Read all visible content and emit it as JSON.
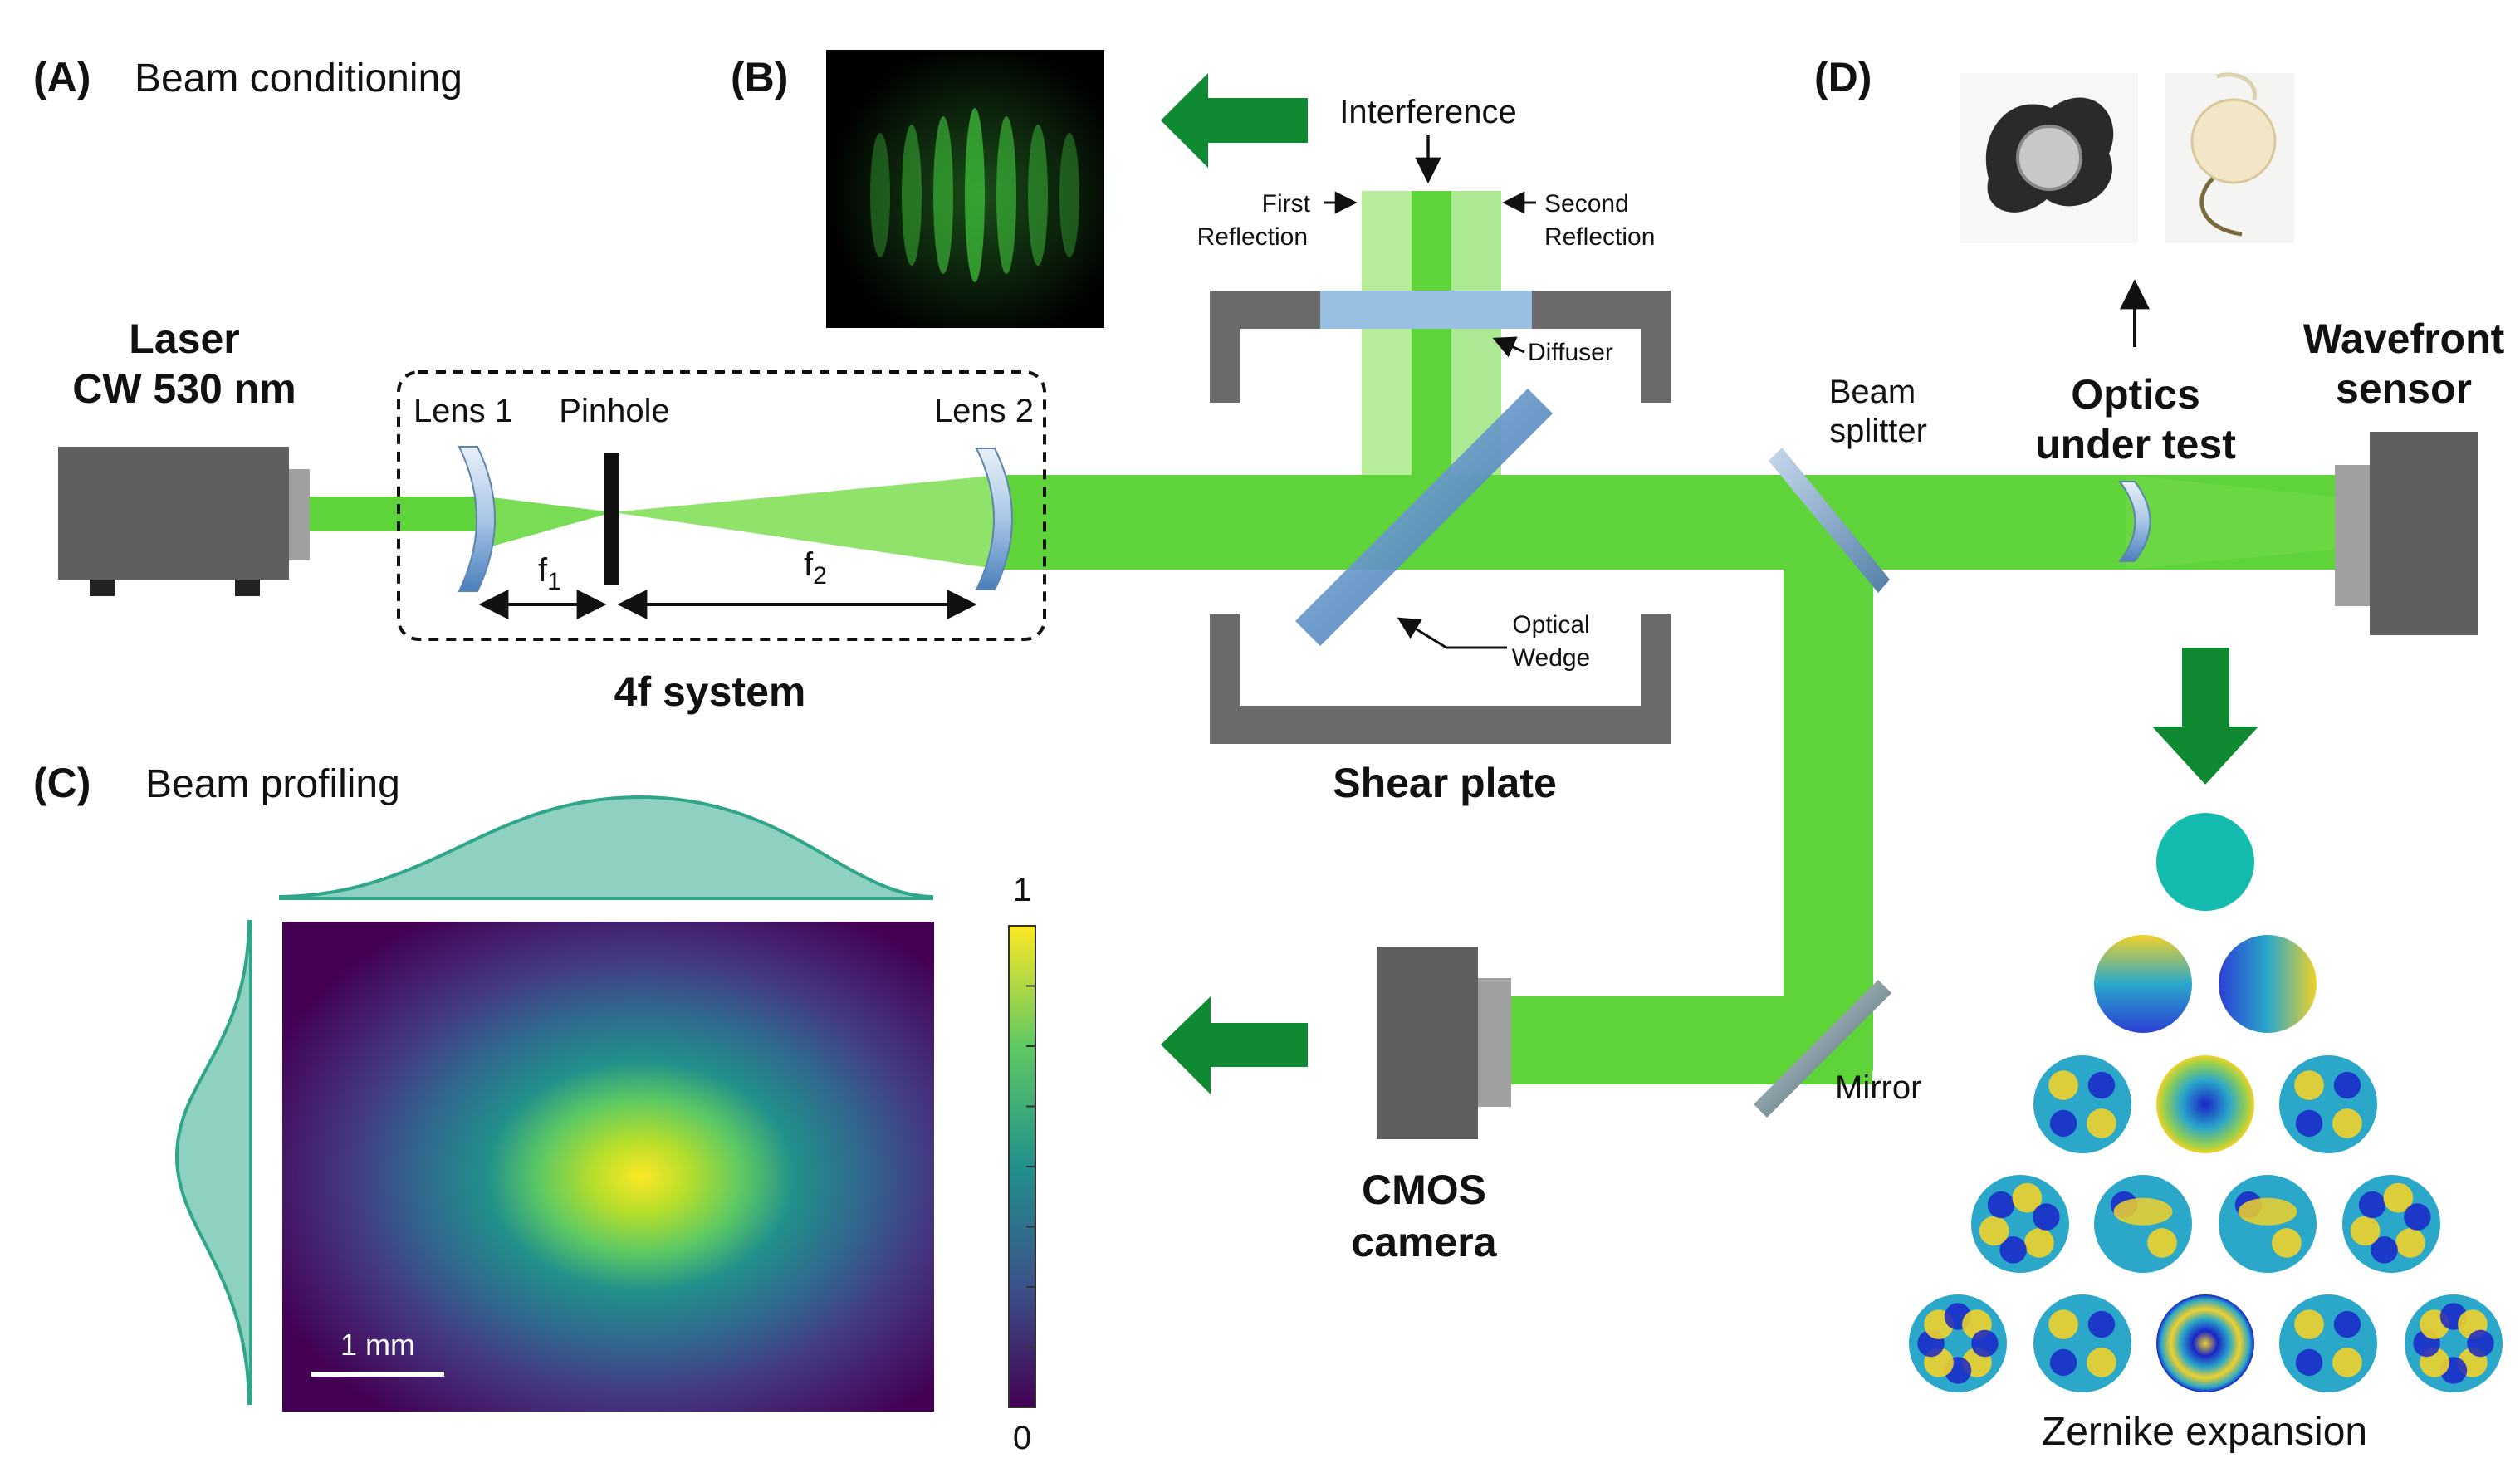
{
  "colors": {
    "beam": "#5fd33a",
    "beam_light": "#b7ec9a",
    "housing": "#5f5f5f",
    "arrow_green": "#0f8a32",
    "profile_fill": "#8fd1c0",
    "profile_line": "#2fa58a",
    "zernike_piston": "#14bcb0"
  },
  "panel_a": {
    "tag": "(A)",
    "title": "Beam conditioning",
    "laser_line1": "Laser",
    "laser_line2": "CW 530 nm",
    "lens1": "Lens 1",
    "pinhole": "Pinhole",
    "lens2": "Lens 2",
    "f1": "f",
    "f1_sub": "1",
    "f2": "f",
    "f2_sub": "2",
    "system": "4f system"
  },
  "panel_b": {
    "tag": "(B)",
    "interference": "Interference",
    "first_reflection_1": "First",
    "first_reflection_2": "Reflection",
    "second_reflection_1": "Second",
    "second_reflection_2": "Reflection",
    "diffuser": "Diffuser",
    "optical_wedge_1": "Optical",
    "optical_wedge_2": "Wedge",
    "shear_plate": "Shear plate"
  },
  "panel_c": {
    "tag": "(C)",
    "title": "Beam profiling",
    "scale_bar": "1 mm",
    "colorbar_max": "1",
    "colorbar_min": "0",
    "cmos_line1": "CMOS",
    "cmos_line2": "camera",
    "mirror": "Mirror"
  },
  "panel_d": {
    "tag": "(D)",
    "beam_splitter_1": "Beam",
    "beam_splitter_2": "splitter",
    "optics_1": "Optics",
    "optics_2": "under test",
    "wavefront_1": "Wavefront",
    "wavefront_2": "sensor",
    "zernike": "Zernike expansion"
  }
}
